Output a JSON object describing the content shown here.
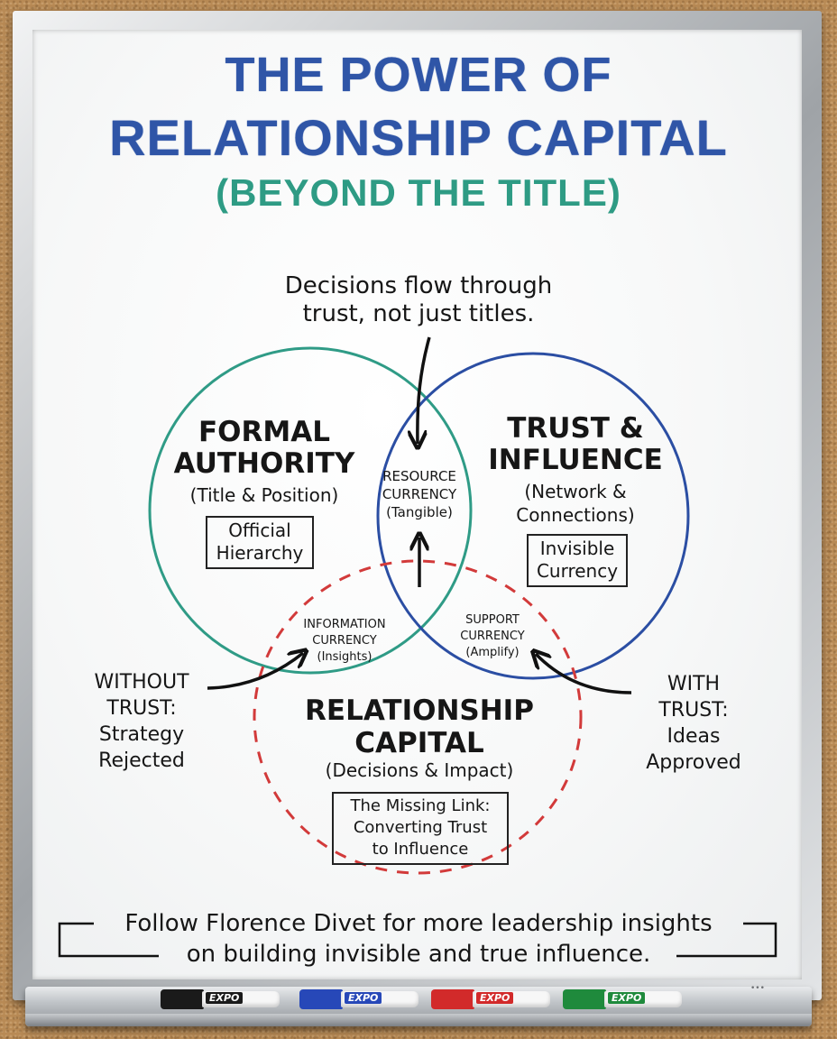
{
  "title": {
    "line1": "THE POWER OF",
    "line2": "RELATIONSHIP CAPITAL",
    "subtitle": "(BEYOND THE TITLE)"
  },
  "callout_top": {
    "line1": "Decisions flow through",
    "line2": "trust, not just titles."
  },
  "formal_authority": {
    "heading1": "FORMAL",
    "heading2": "AUTHORITY",
    "sub": "(Title & Position)",
    "box1": "Official",
    "box2": "Hierarchy"
  },
  "trust_influence": {
    "heading1": "TRUST &",
    "heading2": "INFLUENCE",
    "sub1": "(Network &",
    "sub2": "Connections)",
    "box1": "Invisible",
    "box2": "Currency"
  },
  "resource_currency": {
    "line1": "RESOURCE",
    "line2": "CURRENCY",
    "line3": "(Tangible)"
  },
  "information_currency": {
    "line1": "INFORMATION",
    "line2": "CURRENCY",
    "line3": "(Insights)"
  },
  "support_currency": {
    "line1": "SUPPORT",
    "line2": "CURRENCY",
    "line3": "(Amplify)"
  },
  "relationship_capital": {
    "heading1": "RELATIONSHIP",
    "heading2": "CAPITAL",
    "sub": "(Decisions & Impact)",
    "box1": "The Missing Link:",
    "box2": "Converting Trust",
    "box3": "to Influence"
  },
  "without_trust": {
    "line1": "WITHOUT",
    "line2": "TRUST:",
    "line3": "Strategy",
    "line4": "Rejected"
  },
  "with_trust": {
    "line1": "WITH",
    "line2": "TRUST:",
    "line3": "Ideas",
    "line4": "Approved"
  },
  "footer": {
    "line1": "Follow Florence Divet for more leadership insights",
    "line2": "on building invisible and true influence."
  },
  "markers": [
    {
      "brand": "EXPO",
      "color": "#1a1a1a"
    },
    {
      "brand": "EXPO",
      "color": "#2748b8"
    },
    {
      "brand": "EXPO",
      "color": "#d22a2a"
    },
    {
      "brand": "EXPO",
      "color": "#1f8a3c"
    }
  ],
  "colors": {
    "title_blue": "#2f55a7",
    "subtitle_teal": "#2e9b84",
    "circle_teal": "#2f9b86",
    "circle_blue": "#2b4ea3",
    "circle_red": "#d23a3a"
  }
}
